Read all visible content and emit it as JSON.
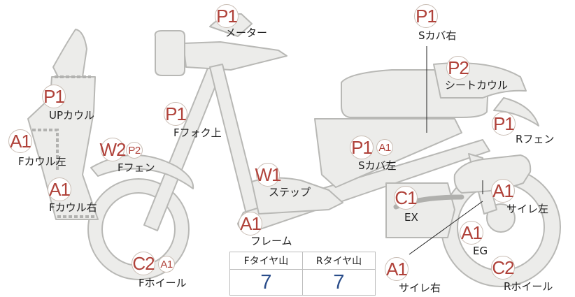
{
  "labels": {
    "meter": {
      "grades": [
        "P1"
      ],
      "part": "メーター"
    },
    "s_cover_right": {
      "grades": [
        "P1"
      ],
      "part": "Sカバ右"
    },
    "seat_cowl": {
      "grades": [
        "P2"
      ],
      "part": "シートカウル"
    },
    "up_cowl": {
      "grades": [
        "P1"
      ],
      "part": "UPカウル"
    },
    "f_fork_upper": {
      "grades": [
        "P1"
      ],
      "part": "Fフォク上"
    },
    "r_fender": {
      "grades": [
        "P1"
      ],
      "part": "Rフェン"
    },
    "f_cowl_left": {
      "grades": [
        "A1"
      ],
      "part": "Fカウル左"
    },
    "f_fender": {
      "grades": [
        "W2",
        "P2"
      ],
      "part": "Fフェン"
    },
    "s_cover_left": {
      "grades": [
        "P1",
        "A1"
      ],
      "part": "Sカバ左"
    },
    "step": {
      "grades": [
        "W1"
      ],
      "part": "ステップ"
    },
    "f_cowl_right": {
      "grades": [
        "A1"
      ],
      "part": "Fカウル右"
    },
    "ex": {
      "grades": [
        "C1"
      ],
      "part": "EX"
    },
    "silencer_left": {
      "grades": [
        "A1"
      ],
      "part": "サイレ左"
    },
    "frame": {
      "grades": [
        "A1"
      ],
      "part": "フレーム"
    },
    "eg": {
      "grades": [
        "A1"
      ],
      "part": "EG"
    },
    "f_wheel": {
      "grades": [
        "C2",
        "A1"
      ],
      "part": "Fホイール"
    },
    "silencer_right": {
      "grades": [
        "A1"
      ],
      "part": "サイレ右"
    },
    "r_wheel": {
      "grades": [
        "C2"
      ],
      "part": "Rホイール"
    }
  },
  "tire_table": {
    "front_header": "Fタイヤ山",
    "rear_header": "Rタイヤ山",
    "front_value": "7",
    "rear_value": "7"
  },
  "colors": {
    "grade_text": "#b0423a",
    "value_text": "#2a4d8a",
    "part_fill": "#ececea",
    "part_stroke": "#b8b8b5"
  }
}
